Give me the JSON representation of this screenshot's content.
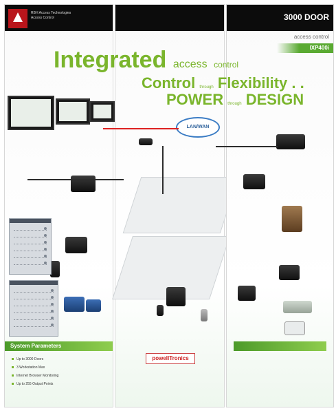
{
  "header": {
    "brand_line1": "RBH Access Technologies",
    "brand_line2": "Access Control",
    "title": "3000 DOOR",
    "subtitle": "access control",
    "model": "IXP400i"
  },
  "headline": {
    "w1": "Integrated",
    "w1_small": "access",
    "w1_small2": "control",
    "w2": "Control",
    "w2_small": "through",
    "w2_big": "Flexibility . .",
    "w3": "POWER",
    "w3_small": "through",
    "w3_big": "DESIGN"
  },
  "network": {
    "cloud": "LAN/WAN"
  },
  "system": {
    "title": "System Parameters",
    "params": [
      "Up to 3000 Doors",
      "3 Workstation Max",
      "Internet Browser Monitoring",
      "Up to 255 Output Points"
    ]
  },
  "footer": {
    "brand": "powellTronics"
  }
}
